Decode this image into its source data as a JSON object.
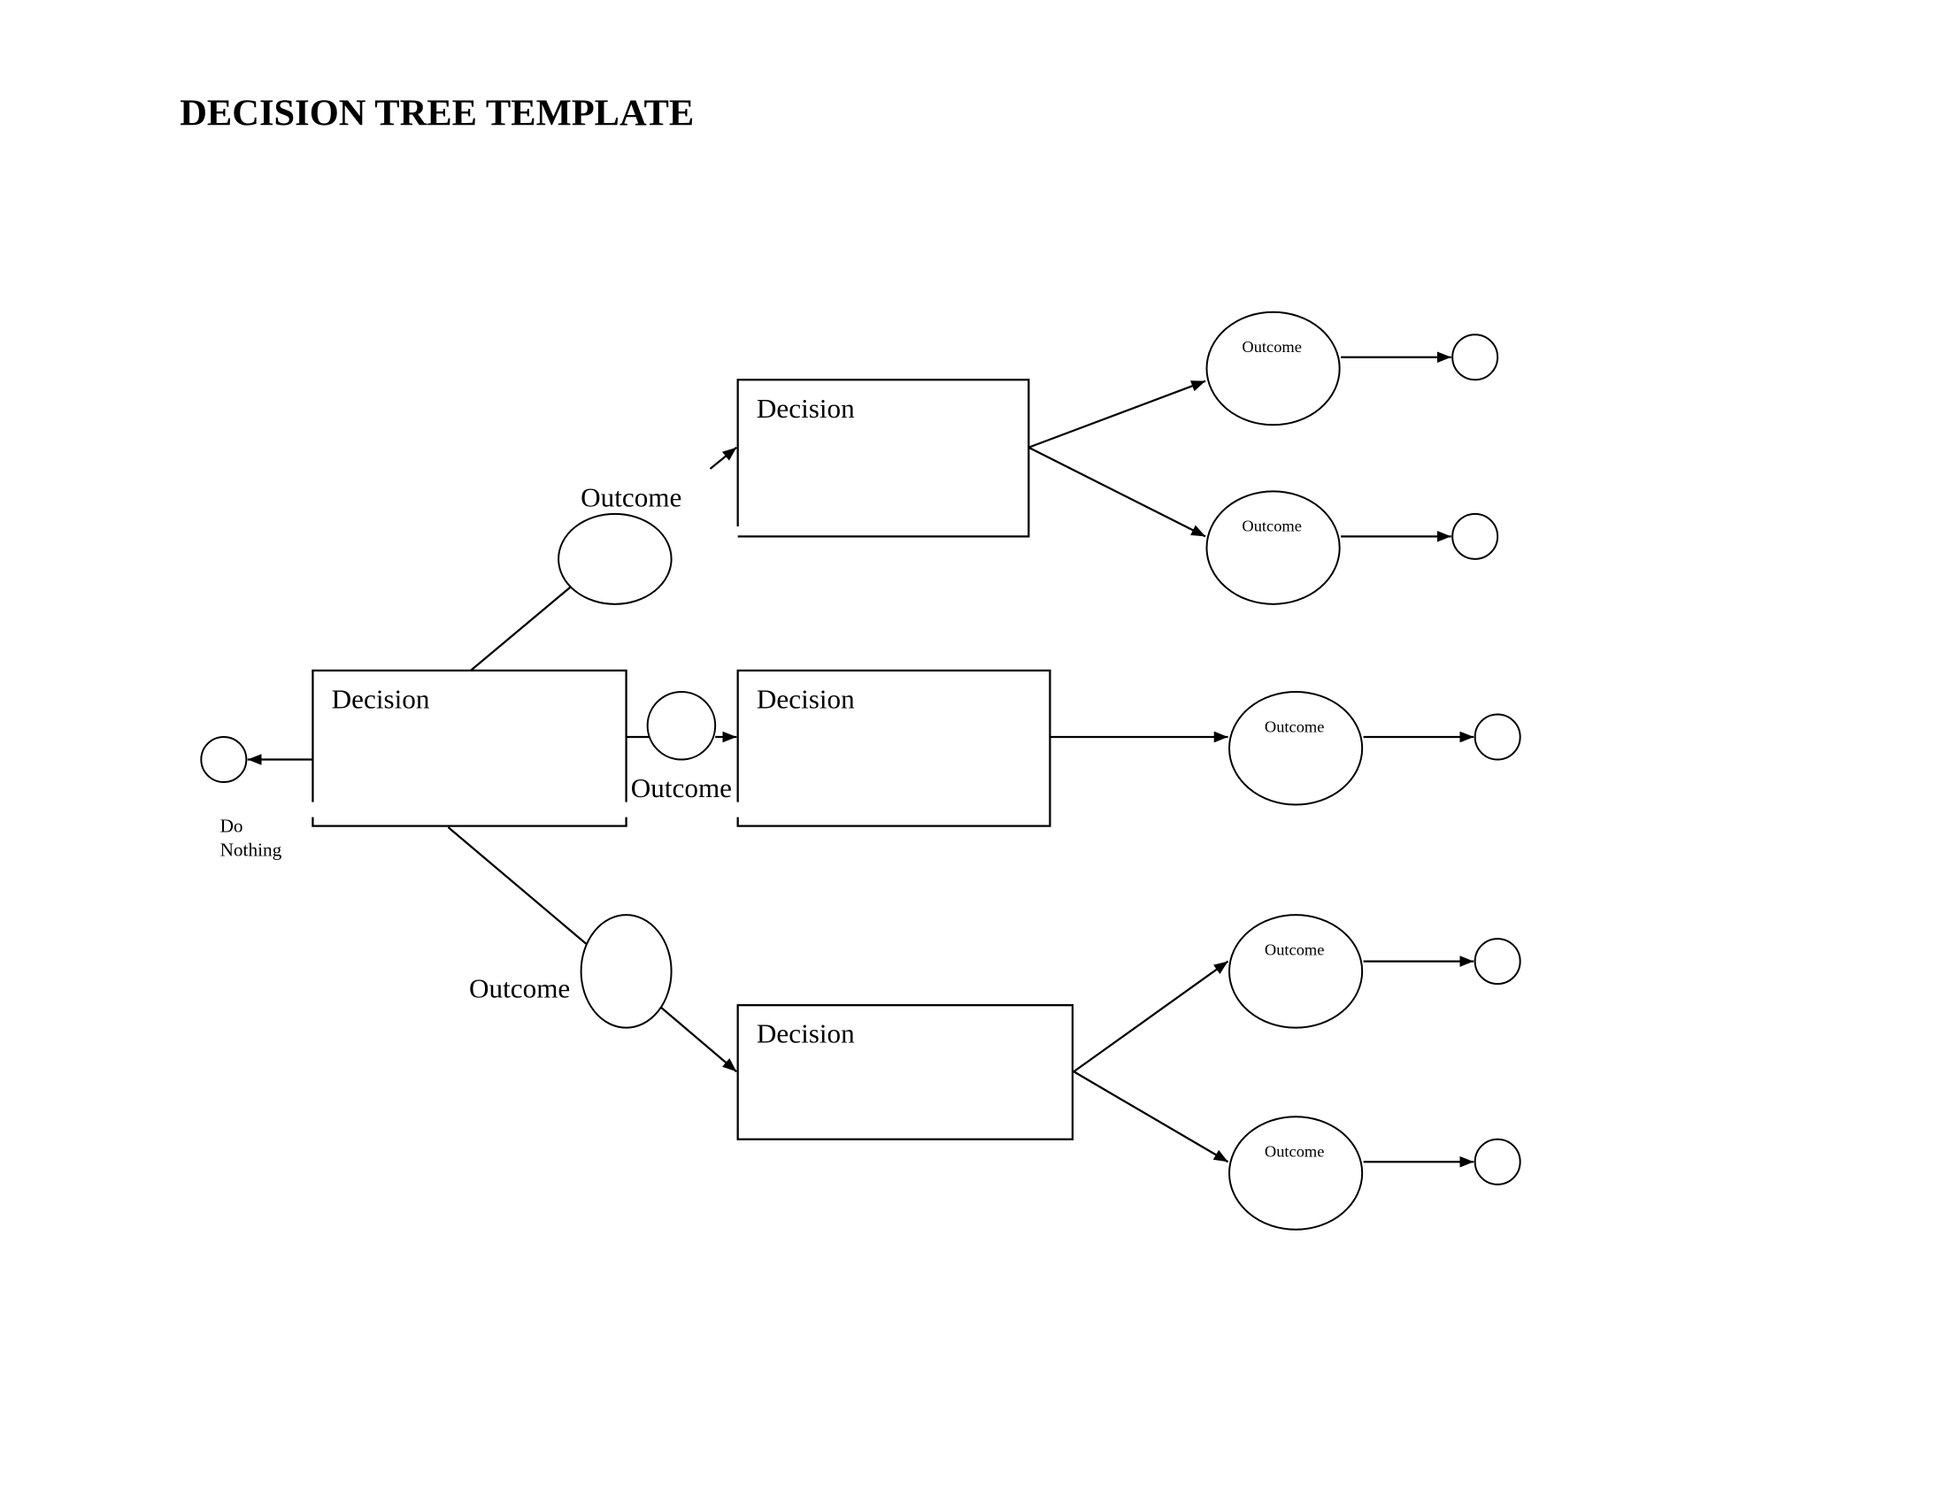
{
  "title": "DECISION TREE TEMPLATE",
  "root": {
    "label": "Decision",
    "alternative": {
      "line1": "Do",
      "line2": "Nothing"
    }
  },
  "first_outcomes": [
    "Outcome",
    "Outcome",
    "Outcome"
  ],
  "decisions": [
    "Decision",
    "Decision",
    "Decision"
  ],
  "final_outcomes": [
    "Outcome",
    "Outcome",
    "Outcome",
    "Outcome",
    "Outcome"
  ],
  "colors": {
    "stroke": "#000000",
    "background": "#ffffff"
  }
}
